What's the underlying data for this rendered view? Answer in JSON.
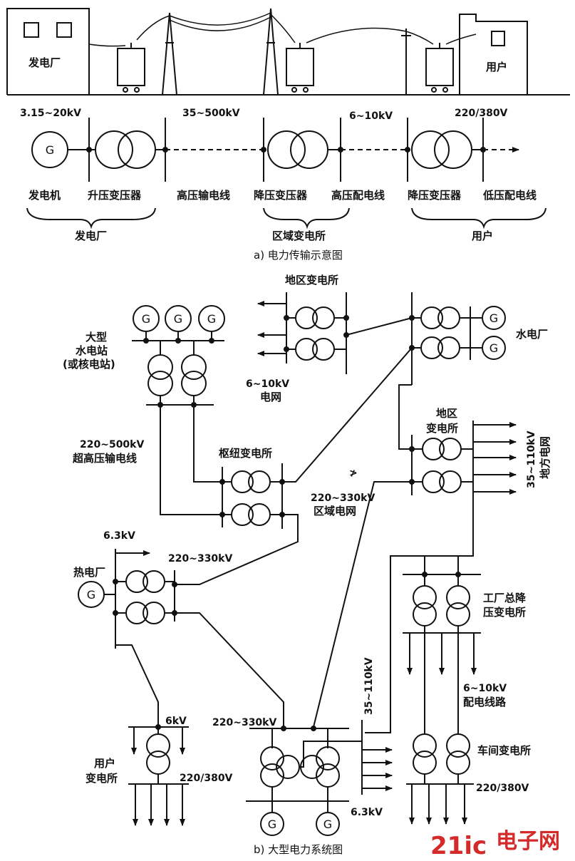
{
  "part_a": {
    "buildings": {
      "plant_label": "发电厂",
      "user_label": "用户"
    },
    "voltages": {
      "gen_voltage": "3.15~20kV",
      "hv_voltage": "35~500kV",
      "dist_voltage": "6~10kV",
      "user_voltage": "220/380V"
    },
    "component_labels": {
      "generator": "发电机",
      "step_up": "升压变压器",
      "hv_line": "高压输电线",
      "step_down_1": "降压变压器",
      "hv_dist_line": "高压配电线",
      "step_down_2": "降压变压器",
      "lv_dist_line": "低压配电线"
    },
    "group_labels": {
      "plant": "发电厂",
      "substation": "区域变电所",
      "user": "用户"
    },
    "generator_symbol": "G",
    "caption": "a) 电力传输示意图"
  },
  "part_b": {
    "generator_symbol": "G",
    "labels": {
      "area_substation_top": "地区变电所",
      "grid_6_10": "6~10kV",
      "grid_net": "电网",
      "hydro_plant": "水电厂",
      "large_station_1": "大型",
      "large_station_2": "水电站",
      "large_station_3": "(或核电站)",
      "uhv_voltage": "220~500kV",
      "uhv_line": "超高压输电线",
      "hub_substation": "枢纽变电所",
      "area_substation_right_1": "地区",
      "area_substation_right_2": "变电所",
      "local_grid_voltage": "35~110kV",
      "local_grid": "地方电网",
      "regional_voltage": "220~330kV",
      "regional_grid": "区域电网",
      "voltage_6_3_top": "6.3kV",
      "thermal_plant": "热电厂",
      "thermal_voltage": "220~330kV",
      "factory_sub_1": "工厂总降",
      "factory_sub_2": "压变电所",
      "dist_voltage": "6~10kV",
      "dist_line": "配电线路",
      "vertical_voltage": "35~110kV",
      "user_6kv": "6kV",
      "user_sub_1": "用户",
      "user_sub_2": "变电所",
      "user_voltage": "220/380V",
      "bottom_bus_voltage": "220~330kV",
      "workshop_sub": "车间变电所",
      "workshop_voltage": "220/380V",
      "voltage_6_3_bottom": "6.3kV",
      "stray_mark": "≯"
    },
    "caption": "b) 大型电力系统图"
  },
  "watermark": {
    "brand": "21ic",
    "brand_cn": "电子网"
  }
}
